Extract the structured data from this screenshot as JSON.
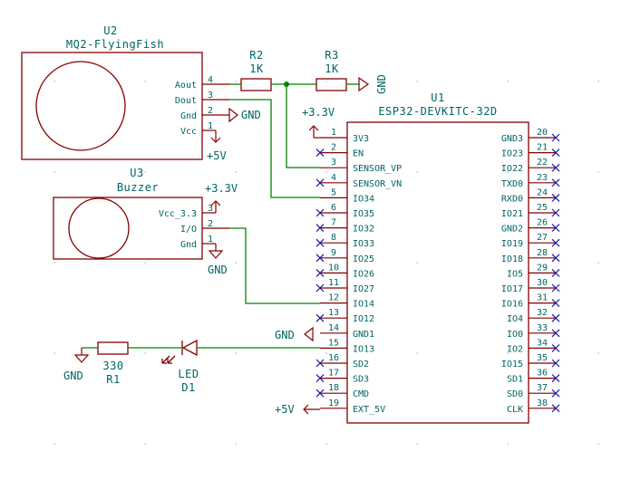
{
  "colors": {
    "wire": "#008400",
    "body": "#840000",
    "text": "#006464",
    "no_connect": "#1a1aa8",
    "grid_dot": "#888888"
  },
  "u2": {
    "ref": "U2",
    "value": "MQ2-FlyingFish",
    "pins": [
      {
        "num": "4",
        "name": "Aout"
      },
      {
        "num": "3",
        "name": "Dout"
      },
      {
        "num": "2",
        "name": "Gnd"
      },
      {
        "num": "1",
        "name": "Vcc"
      }
    ]
  },
  "u3": {
    "ref": "U3",
    "value": "Buzzer",
    "pins": [
      {
        "num": "3",
        "name": "Vcc_3.3"
      },
      {
        "num": "2",
        "name": "I/O"
      },
      {
        "num": "1",
        "name": "Gnd"
      }
    ]
  },
  "r2": {
    "ref": "R2",
    "value": "1K"
  },
  "r3": {
    "ref": "R3",
    "value": "1K"
  },
  "r1": {
    "ref": "R1",
    "value": "330"
  },
  "d1": {
    "ref": "D1",
    "value": "LED"
  },
  "u1": {
    "ref": "U1",
    "value": "ESP32-DEVKITC-32D",
    "left_pins": [
      {
        "num": "1",
        "name": "3V3"
      },
      {
        "num": "2",
        "name": "EN"
      },
      {
        "num": "3",
        "name": "SENSOR_VP"
      },
      {
        "num": "4",
        "name": "SENSOR_VN"
      },
      {
        "num": "5",
        "name": "IO34"
      },
      {
        "num": "6",
        "name": "IO35"
      },
      {
        "num": "7",
        "name": "IO32"
      },
      {
        "num": "8",
        "name": "IO33"
      },
      {
        "num": "9",
        "name": "IO25"
      },
      {
        "num": "10",
        "name": "IO26"
      },
      {
        "num": "11",
        "name": "IO27"
      },
      {
        "num": "12",
        "name": "IO14"
      },
      {
        "num": "13",
        "name": "IO12"
      },
      {
        "num": "14",
        "name": "GND1"
      },
      {
        "num": "15",
        "name": "IO13"
      },
      {
        "num": "16",
        "name": "SD2"
      },
      {
        "num": "17",
        "name": "SD3"
      },
      {
        "num": "18",
        "name": "CMD"
      },
      {
        "num": "19",
        "name": "EXT_5V"
      }
    ],
    "right_pins": [
      {
        "num": "20",
        "name": "GND3"
      },
      {
        "num": "21",
        "name": "IO23"
      },
      {
        "num": "22",
        "name": "IO22"
      },
      {
        "num": "23",
        "name": "TXD0"
      },
      {
        "num": "24",
        "name": "RXD0"
      },
      {
        "num": "25",
        "name": "IO21"
      },
      {
        "num": "26",
        "name": "GND2"
      },
      {
        "num": "27",
        "name": "IO19"
      },
      {
        "num": "28",
        "name": "IO18"
      },
      {
        "num": "29",
        "name": "IO5"
      },
      {
        "num": "30",
        "name": "IO17"
      },
      {
        "num": "31",
        "name": "IO16"
      },
      {
        "num": "32",
        "name": "IO4"
      },
      {
        "num": "33",
        "name": "IO0"
      },
      {
        "num": "34",
        "name": "IO2"
      },
      {
        "num": "35",
        "name": "IO15"
      },
      {
        "num": "36",
        "name": "SD1"
      },
      {
        "num": "37",
        "name": "SD0"
      },
      {
        "num": "38",
        "name": "CLK"
      }
    ]
  },
  "power": {
    "gnd_r3": "GND",
    "gnd_u2": "GND",
    "plus5v_u2": "+5V",
    "plus33v_u1": "+3.3V",
    "plus33v_u3": "+3.3V",
    "gnd_u3": "GND",
    "gnd_u1": "GND",
    "gnd_r1": "GND",
    "plus5v_u1": "+5V"
  }
}
